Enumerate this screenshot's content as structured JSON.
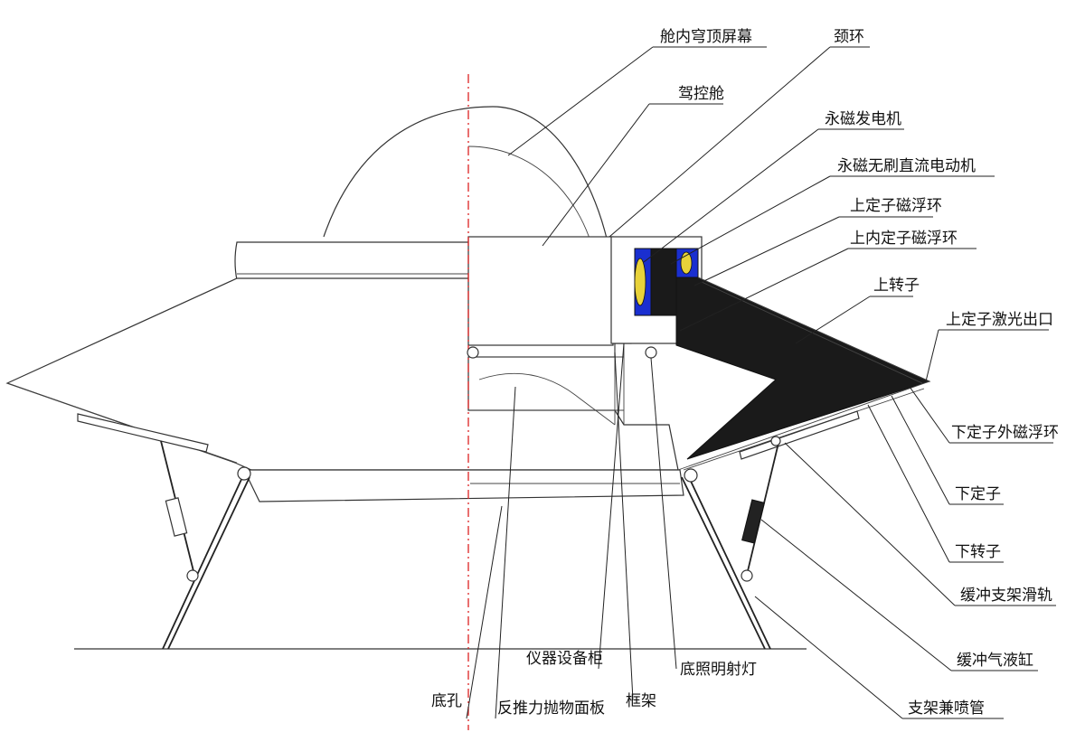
{
  "labels": {
    "dome_screen": "舱内穹顶屏幕",
    "neck_ring": "颈环",
    "cockpit": "驾控舱",
    "pm_generator": "永磁发电机",
    "bldc_motor": "永磁无刷直流电动机",
    "upper_stator_ring": "上定子磁浮环",
    "upper_inner_stator_ring": "上内定子磁浮环",
    "upper_rotor": "上转子",
    "upper_stator_laser": "上定子激光出口",
    "lower_stator_outer_ring": "下定子外磁浮环",
    "lower_stator": "下定子",
    "lower_rotor": "下转子",
    "buffer_rail": "缓冲支架滑轨",
    "buffer_cylinder": "缓冲气液缸",
    "support_nozzle": "支架兼喷管",
    "bottom_hole": "底孔",
    "reverse_panel": "反推力抛物面板",
    "instrument_cabinet": "仪器设备柜",
    "frame": "框架",
    "bottom_light": "底照明射灯"
  },
  "colors": {
    "center_line": "#dd2222",
    "coil_blue": "#1a2fd0",
    "coil_yellow": "#e8d23a",
    "rotor_dark": "#1a1a1a"
  }
}
